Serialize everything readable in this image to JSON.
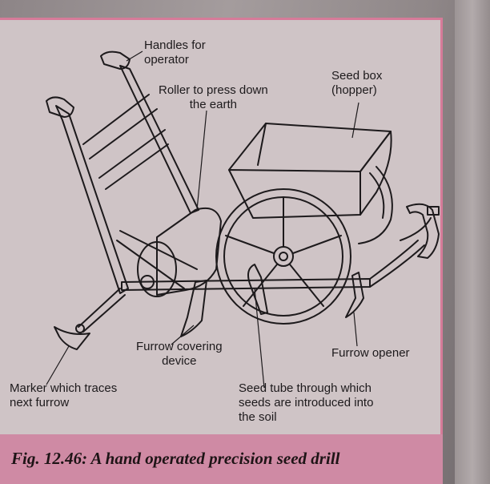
{
  "labels": {
    "handles": [
      "Handles for",
      "operator"
    ],
    "roller": [
      "Roller to press down",
      "the earth"
    ],
    "seed_box": [
      "Seed box",
      "(hopper)"
    ],
    "furrow_covering": [
      "Furrow covering",
      "device"
    ],
    "furrow_opener": [
      "Furrow opener"
    ],
    "marker": [
      "Marker which traces",
      "next furrow"
    ],
    "seed_tube": [
      "Seed tube through which",
      "seeds are introduced into",
      "the soil"
    ]
  },
  "caption": "Fig. 12.46: A hand operated precision seed drill",
  "colors": {
    "frame_border": "#d67b99",
    "caption_band": "#cf8aa4",
    "paper": "#cfc4c6",
    "ink": "#1d1a1c"
  }
}
